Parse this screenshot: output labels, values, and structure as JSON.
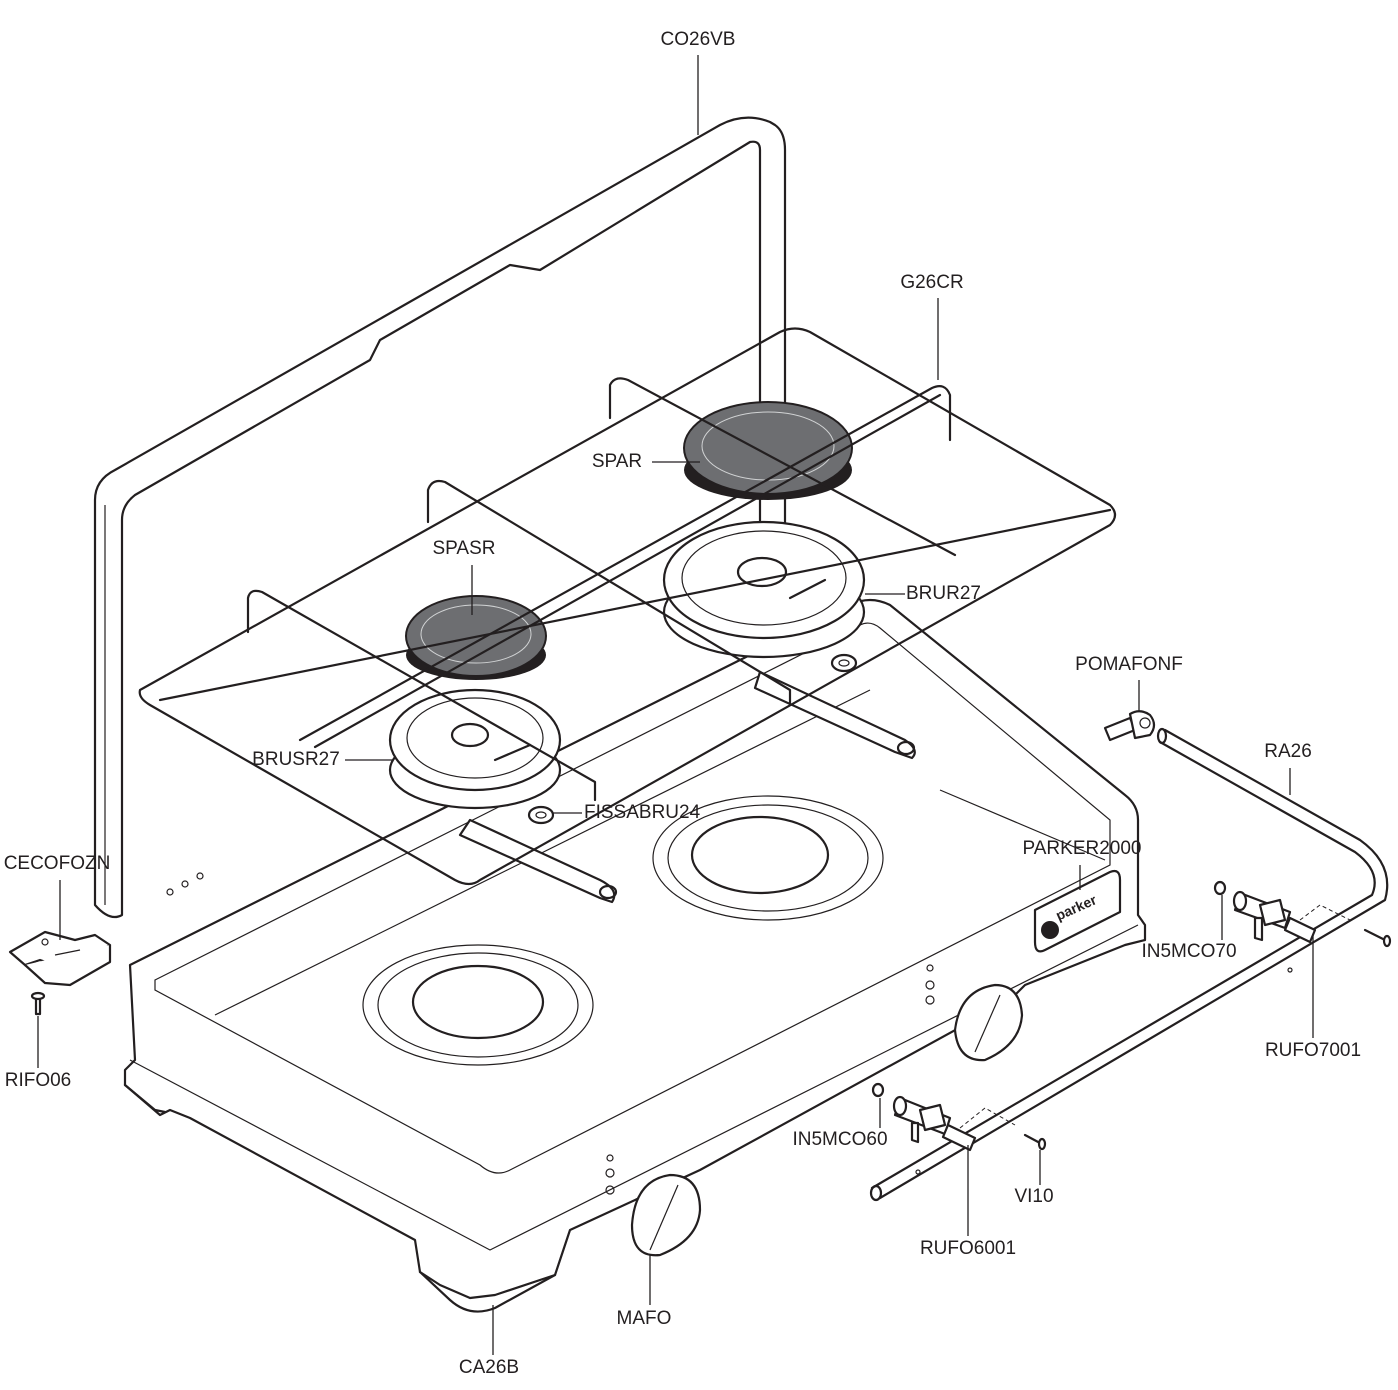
{
  "diagram": {
    "labels": [
      {
        "id": "co26vb",
        "text": "CO26VB"
      },
      {
        "id": "g26cr",
        "text": "G26CR"
      },
      {
        "id": "spar",
        "text": "SPAR"
      },
      {
        "id": "spasr",
        "text": "SPASR"
      },
      {
        "id": "brur27",
        "text": "BRUR27"
      },
      {
        "id": "pomafonf",
        "text": "POMAFONF"
      },
      {
        "id": "ra26",
        "text": "RA26"
      },
      {
        "id": "brusr27",
        "text": "BRUSR27"
      },
      {
        "id": "fissabru24",
        "text": "FISSABRU24"
      },
      {
        "id": "parker2000",
        "text": "PARKER2000"
      },
      {
        "id": "cecofozn",
        "text": "CECOFOZN"
      },
      {
        "id": "in5mco70",
        "text": "IN5MCO70"
      },
      {
        "id": "rufo7001",
        "text": "RUFO7001"
      },
      {
        "id": "rifo06",
        "text": "RIFO06"
      },
      {
        "id": "in5mco60",
        "text": "IN5MCO60"
      },
      {
        "id": "vi10",
        "text": "VI10"
      },
      {
        "id": "rufo6001",
        "text": "RUFO6001"
      },
      {
        "id": "mafo",
        "text": "MAFO"
      },
      {
        "id": "ca26b",
        "text": "CA26B"
      }
    ],
    "brand_plate": "parker",
    "colors": {
      "line": "#231f20",
      "burner_cap": "#6d6e71",
      "background": "#ffffff"
    }
  }
}
